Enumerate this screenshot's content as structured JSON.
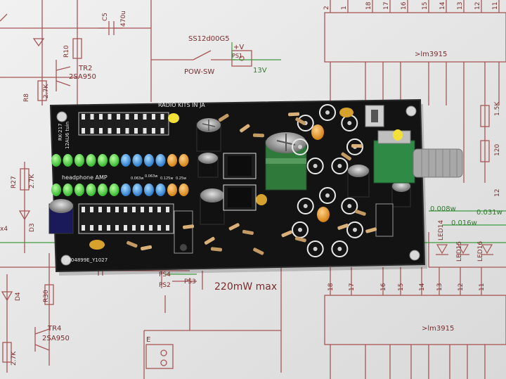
{
  "schematic": {
    "switch_part": "SS12d00G5",
    "switch_label": "POW-SW",
    "power_rail": "+V",
    "connector_ps1": "PS1",
    "supply": "13V",
    "ic_top": ">lm3915",
    "ic_bottom": ">lm3915",
    "max_power": "220mW max",
    "ps4": "PS4",
    "ps2": "PS2",
    "ps3": "PS3",
    "tr2_name": "TR2",
    "tr2_part": "2SA950",
    "tr4_name": "TR4",
    "tr4_part": "2SA950",
    "r8": "R8",
    "r8_val": "2.7K",
    "r10": "R10",
    "r27": "R27",
    "r27_val": "2.7K",
    "r30": "R30",
    "r_bottom_val": "2.7K",
    "d3": "D3",
    "d4": "D4",
    "x4": "x4",
    "c5": "C5",
    "c5_val": "470u",
    "pin_e": "E",
    "led14": "LED14",
    "led15": "LED15",
    "led16": "LED16",
    "pw1": "0.008w",
    "pw2": "0.031w",
    "pw3": "0.016w",
    "res_15k": "1.5K",
    "res_120": "120",
    "res_12": "12",
    "top_pins": [
      "2",
      "1",
      "18",
      "17",
      "16",
      "15",
      "14",
      "13",
      "12",
      "11"
    ],
    "bottom_pins": [
      "18",
      "17",
      "16",
      "15",
      "14",
      "13",
      "12",
      "11"
    ]
  },
  "pcb": {
    "title": "RADIO KITS IN JA",
    "model": "RK-217",
    "subtitle": "12AU6 tuin",
    "amp_label": "headphone AMP",
    "serial": "2704899E_Y1027",
    "pw_labels": [
      "0.063w",
      "0.125w",
      "0.25w"
    ]
  },
  "colors": {
    "pcb": "#141414",
    "led_green": "#3fd63a",
    "led_blue": "#2a8fe0",
    "led_orange": "#f09a14",
    "schematic_line": "#9b4a4a",
    "schematic_green": "#2e8a2e"
  }
}
